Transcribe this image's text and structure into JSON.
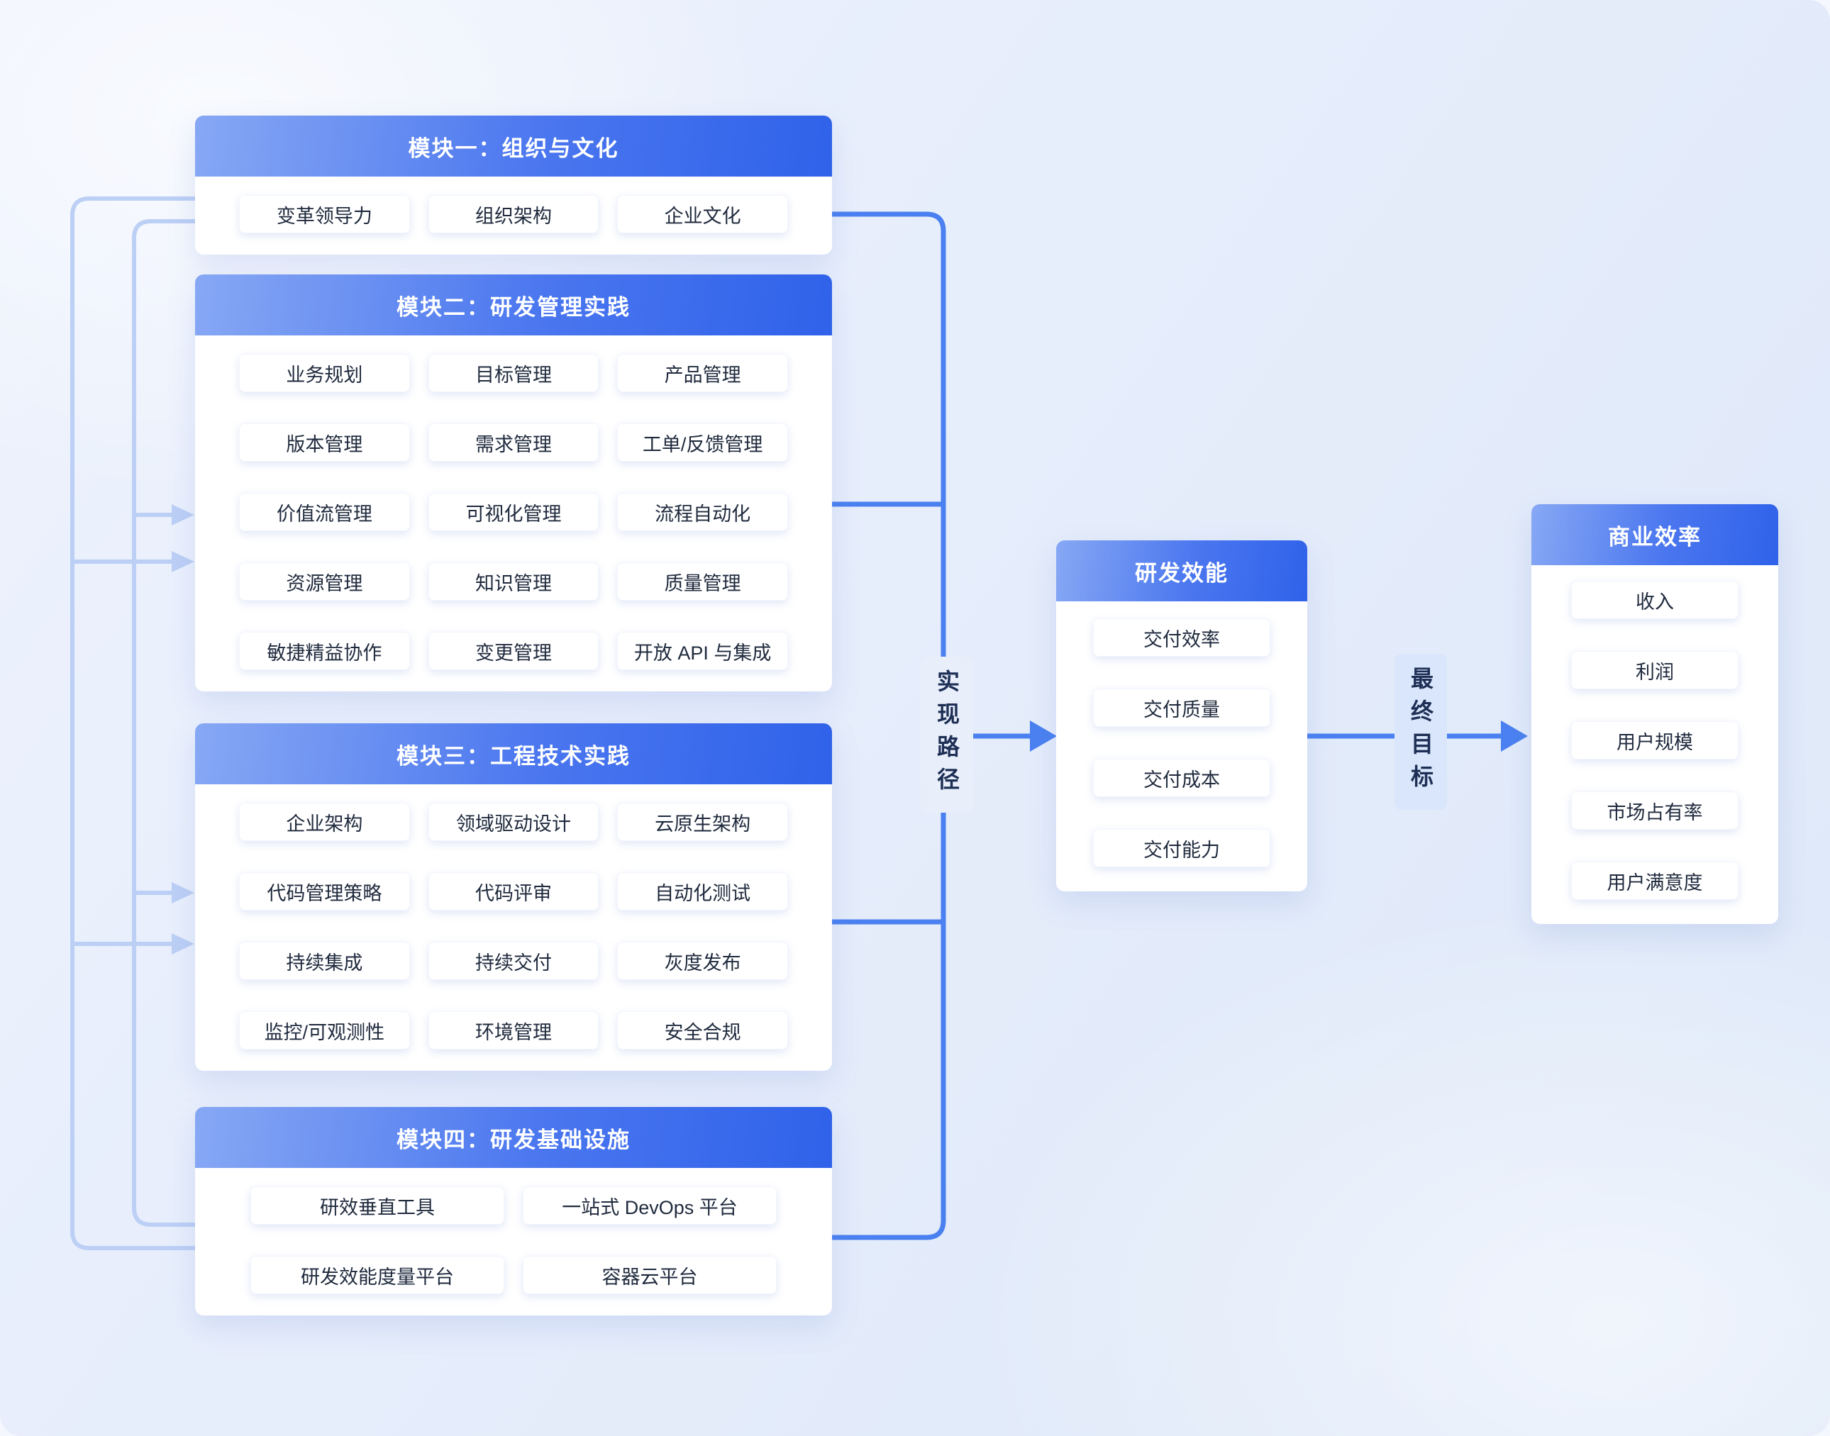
{
  "modules": [
    {
      "title": "模块一：组织与文化",
      "items": [
        "变革领导力",
        "组织架构",
        "企业文化"
      ]
    },
    {
      "title": "模块二：研发管理实践",
      "items": [
        "业务规划",
        "目标管理",
        "产品管理",
        "版本管理",
        "需求管理",
        "工单/反馈管理",
        "价值流管理",
        "可视化管理",
        "流程自动化",
        "资源管理",
        "知识管理",
        "质量管理",
        "敏捷精益协作",
        "变更管理",
        "开放 API 与集成"
      ]
    },
    {
      "title": "模块三：工程技术实践",
      "items": [
        "企业架构",
        "领域驱动设计",
        "云原生架构",
        "代码管理策略",
        "代码评审",
        "自动化测试",
        "持续集成",
        "持续交付",
        "灰度发布",
        "监控/可观测性",
        "环境管理",
        "安全合规"
      ]
    },
    {
      "title": "模块四：研发基础设施",
      "items": [
        "研效垂直工具",
        "一站式 DevOps 平台",
        "研发效能度量平台",
        "容器云平台"
      ]
    }
  ],
  "efficiency": {
    "title": "研发效能",
    "items": [
      "交付效率",
      "交付质量",
      "交付成本",
      "交付能力"
    ]
  },
  "business": {
    "title": "商业效率",
    "items": [
      "收入",
      "利润",
      "用户规模",
      "市场占有率",
      "用户满意度"
    ]
  },
  "labels": {
    "path": "实现路径",
    "goal": "最终目标"
  },
  "colors": {
    "header_gradient_start": "#87a8f4",
    "header_gradient_end": "#2f62ea",
    "flow_arrow": "#4a80f0",
    "feedback_line": "#bccff5",
    "node_text": "#1f2a3d",
    "label_text": "#1d2f55",
    "path_label_bg": "#e9eefb",
    "goal_label_bg": "#d9e6fb",
    "page_bg": "#e6edfb"
  }
}
